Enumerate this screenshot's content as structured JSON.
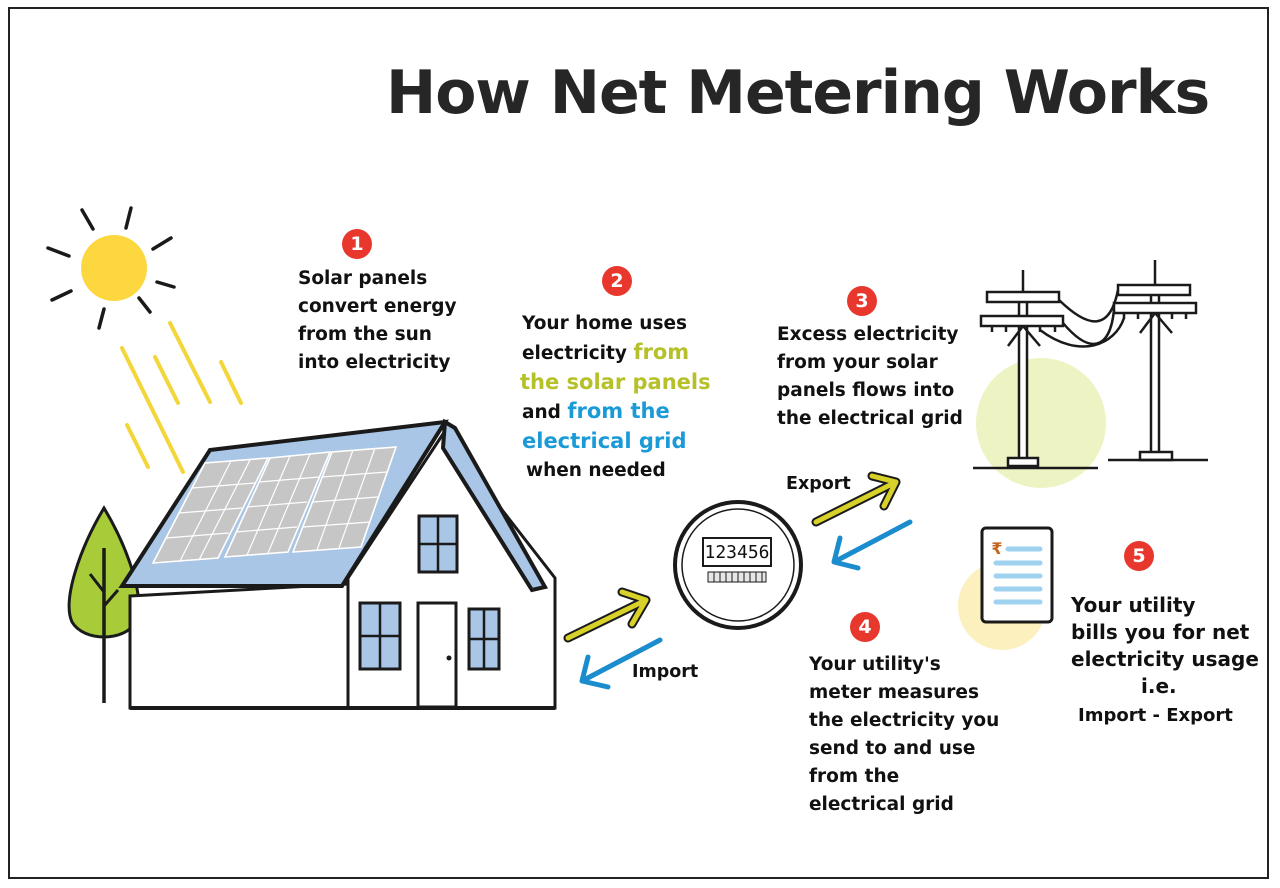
{
  "title": "How Net Metering Works",
  "colors": {
    "badge": "#e8382d",
    "solar_highlight": "#b6c12a",
    "grid_highlight": "#1b9ad8",
    "sun": "#fcd73f",
    "export_arrow": "#d8d12a",
    "import_arrow": "#1b8ccd",
    "panel": "#a9c6e6",
    "tree": "#a8cb3a"
  },
  "steps": [
    {
      "number": "1",
      "lines": [
        "Solar panels",
        "convert energy",
        "from the sun",
        "into electricity"
      ]
    },
    {
      "number": "2",
      "line1": "Your home uses",
      "line2a": "electricity ",
      "line2b": "from",
      "line3": "the solar panels",
      "line4a": "and ",
      "line4b": "from the",
      "line5": "electrical grid",
      "line6": "when needed"
    },
    {
      "number": "3",
      "lines": [
        "Excess electricity",
        "from your solar",
        "panels flows into",
        "the electrical grid"
      ]
    },
    {
      "number": "4",
      "lines": [
        "Your utility's",
        "meter measures",
        "the electricity you",
        "send to and use",
        "from the",
        "electrical grid"
      ]
    },
    {
      "number": "5",
      "lines": [
        "Your utility",
        "bills you for net",
        "electricity usage",
        "i.e.",
        "Import - Export"
      ]
    }
  ],
  "meter": {
    "reading": "123456"
  },
  "bill": {
    "currency_symbol": "₹"
  },
  "labels": {
    "export": "Export",
    "import": "Import"
  }
}
